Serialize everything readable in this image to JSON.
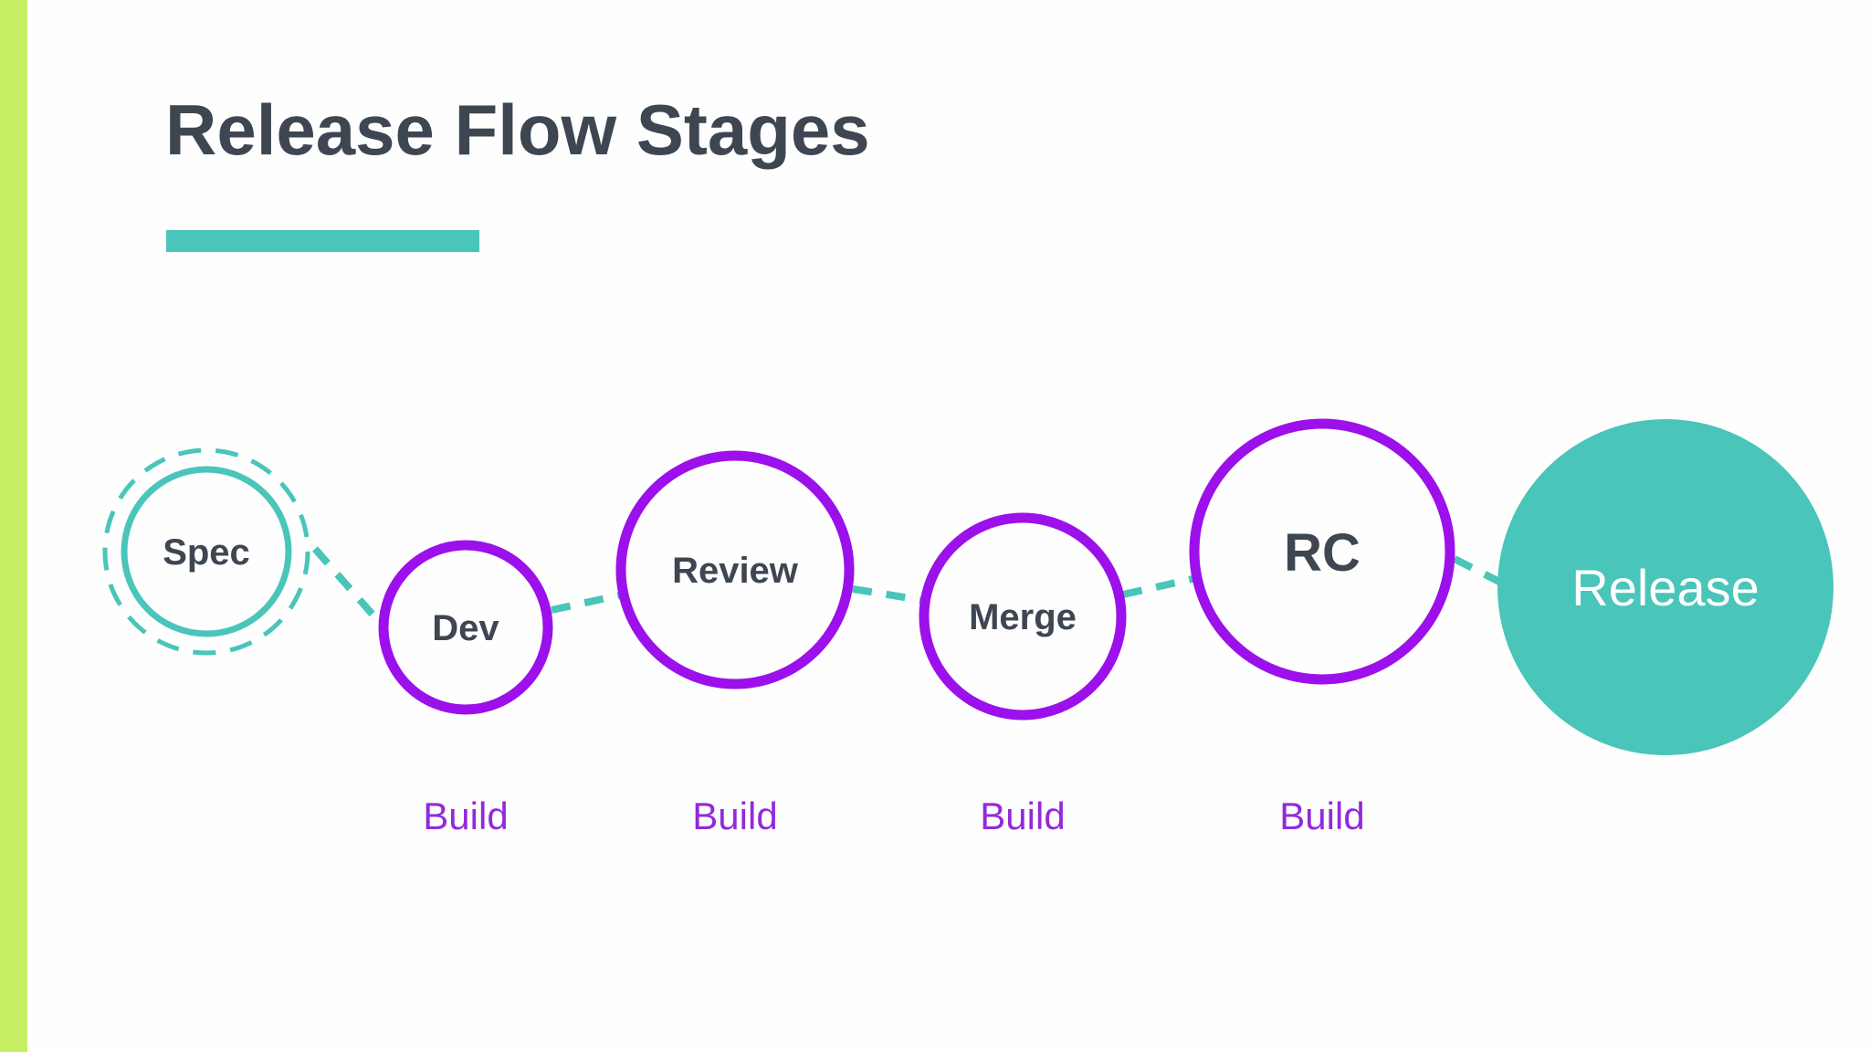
{
  "slide": {
    "title": "Release Flow Stages",
    "colors": {
      "left_accent_bar": "#c7ef63",
      "teal_accent": "#49c5b9",
      "purple_accent": "#9c10eb",
      "heading_text": "#3e4652",
      "stage_label_text": "#3e4652",
      "build_label_text": "#9329dc",
      "release_label_text": "#ffffff"
    }
  },
  "diagram": {
    "stages": [
      {
        "label": "Spec",
        "style": "teal-dashed-ring"
      },
      {
        "label": "Dev",
        "style": "purple-ring"
      },
      {
        "label": "Review",
        "style": "purple-ring"
      },
      {
        "label": "Merge",
        "style": "purple-ring"
      },
      {
        "label": "RC",
        "style": "purple-ring"
      },
      {
        "label": "Release",
        "style": "teal-filled"
      }
    ],
    "build_labels": [
      "Build",
      "Build",
      "Build",
      "Build"
    ]
  }
}
